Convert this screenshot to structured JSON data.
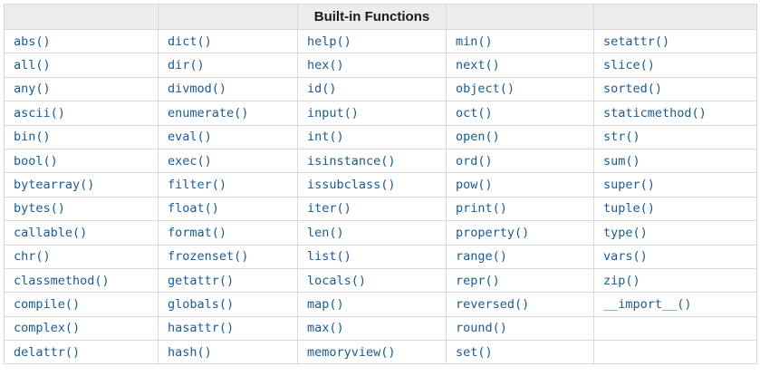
{
  "table": {
    "title": "Built-in Functions",
    "num_columns": 5,
    "num_body_rows": 14,
    "colors": {
      "link": "#1A5A93",
      "header_bg": "#ECECEC",
      "border": "#D8D8D8",
      "row_bg": "#FFFFFF",
      "title_text": "#1A1A1A"
    },
    "rows": [
      [
        "abs()",
        "dict()",
        "help()",
        "min()",
        "setattr()"
      ],
      [
        "all()",
        "dir()",
        "hex()",
        "next()",
        "slice()"
      ],
      [
        "any()",
        "divmod()",
        "id()",
        "object()",
        "sorted()"
      ],
      [
        "ascii()",
        "enumerate()",
        "input()",
        "oct()",
        "staticmethod()"
      ],
      [
        "bin()",
        "eval()",
        "int()",
        "open()",
        "str()"
      ],
      [
        "bool()",
        "exec()",
        "isinstance()",
        "ord()",
        "sum()"
      ],
      [
        "bytearray()",
        "filter()",
        "issubclass()",
        "pow()",
        "super()"
      ],
      [
        "bytes()",
        "float()",
        "iter()",
        "print()",
        "tuple()"
      ],
      [
        "callable()",
        "format()",
        "len()",
        "property()",
        "type()"
      ],
      [
        "chr()",
        "frozenset()",
        "list()",
        "range()",
        "vars()"
      ],
      [
        "classmethod()",
        "getattr()",
        "locals()",
        "repr()",
        "zip()"
      ],
      [
        "compile()",
        "globals()",
        "map()",
        "reversed()",
        "__import__()"
      ],
      [
        "complex()",
        "hasattr()",
        "max()",
        "round()",
        ""
      ],
      [
        "delattr()",
        "hash()",
        "memoryview()",
        "set()",
        ""
      ]
    ]
  }
}
